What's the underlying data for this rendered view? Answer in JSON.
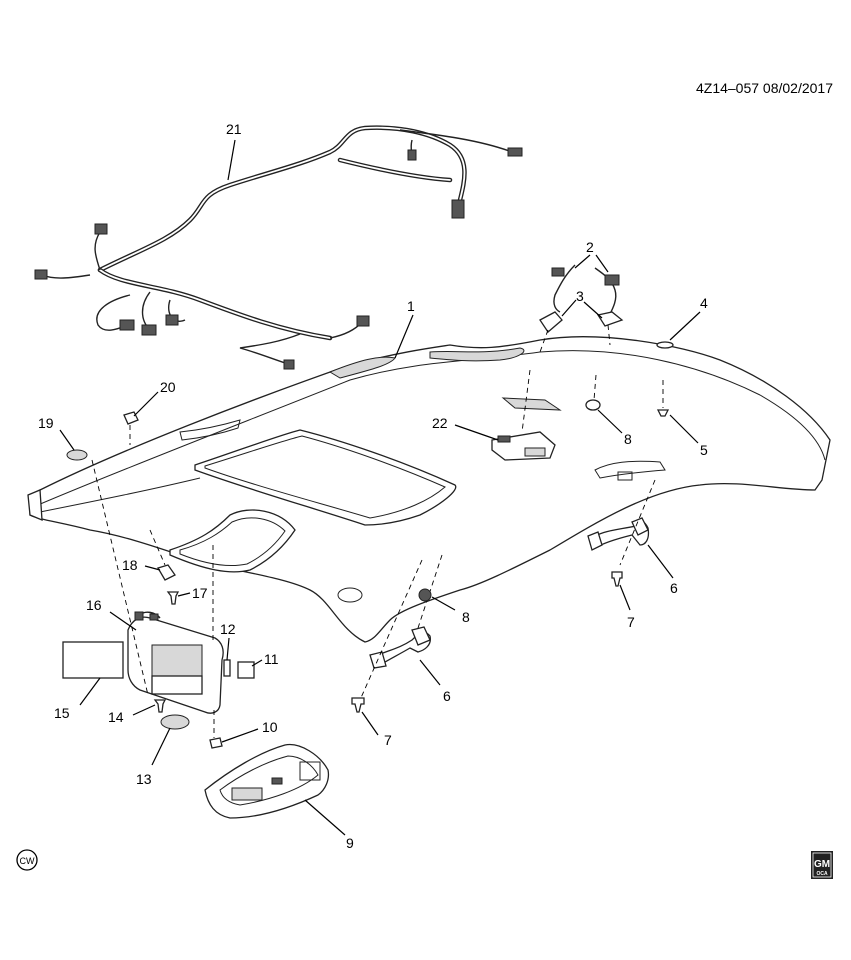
{
  "reference": "4Z14–057  08/02/2017",
  "cw_label": "CW",
  "logo": {
    "top": "GM",
    "bottom": "OCA"
  },
  "callouts": {
    "c1": "1",
    "c2": "2",
    "c3": "3",
    "c4": "4",
    "c5": "5",
    "c6a": "6",
    "c6b": "6",
    "c7a": "7",
    "c7b": "7",
    "c8a": "8",
    "c8b": "8",
    "c9": "9",
    "c10": "10",
    "c11": "11",
    "c12": "12",
    "c13": "13",
    "c14": "14",
    "c15": "15",
    "c16": "16",
    "c17": "17",
    "c18": "18",
    "c19": "19",
    "c20": "20",
    "c21": "21",
    "c22": "22"
  }
}
